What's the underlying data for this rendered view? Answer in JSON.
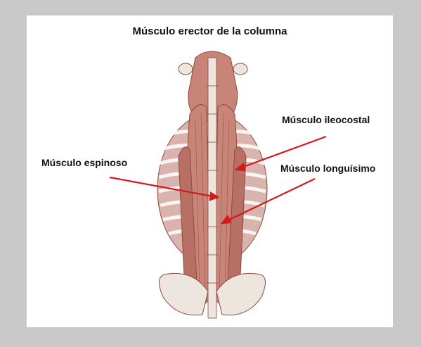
{
  "diagram": {
    "title": "Músculo erector de la columna",
    "labels": {
      "ileocostal": "Músculo ileocostal",
      "espinoso": "Músculo espinoso",
      "longuisimo": "Músculo longuísimo"
    },
    "colors": {
      "panel_background": "#ffffff",
      "page_background": "#c9c9c9",
      "arrow": "#d31a1a",
      "muscle": "#c98478",
      "muscle_dark": "#8e4a42",
      "bone": "#ece6df"
    }
  }
}
